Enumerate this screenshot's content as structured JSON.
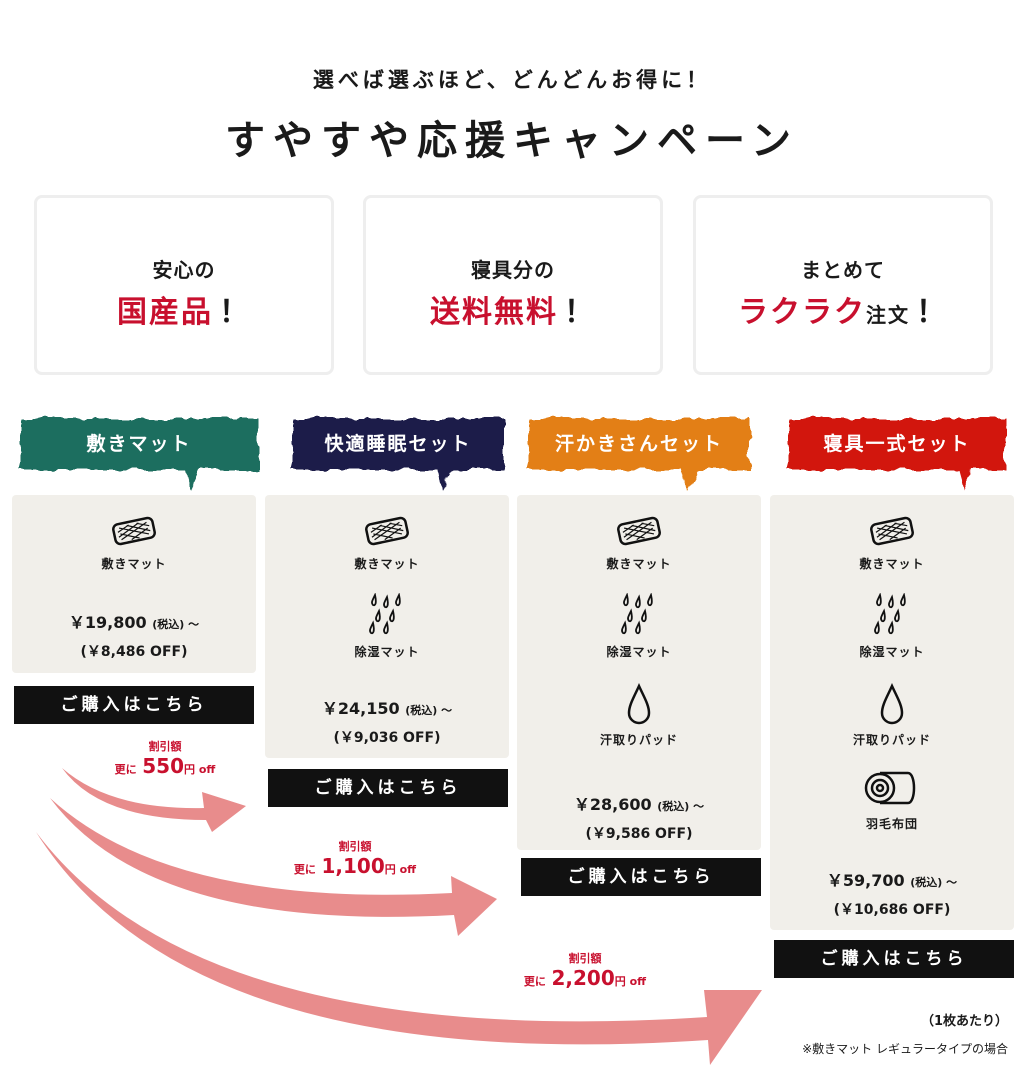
{
  "header": {
    "subtitle": "選べば選ぶほど、どんどんお得に！",
    "title": "すやすや応援キャンペーン"
  },
  "features": [
    {
      "small": "安心の",
      "big": "国産品",
      "suffix": "",
      "excl": "！"
    },
    {
      "small": "寝具分の",
      "big": "送料無料",
      "suffix": "",
      "excl": "！"
    },
    {
      "small": "まとめて",
      "big": "ラクラク",
      "suffix": "注文",
      "excl": "！"
    }
  ],
  "colors": {
    "accent_red": "#c8102e",
    "arrow": "#e88c8c",
    "tag_green": "#1f6e5f",
    "tag_navy": "#1e1e4a",
    "tag_orange": "#e37f12",
    "tag_red": "#d2140f"
  },
  "sets": [
    {
      "tag": "敷きマット",
      "items": [
        {
          "icon": "mattress-icon",
          "name": "敷きマット"
        }
      ],
      "price": "￥19,800",
      "tax": "(税込) ～",
      "off": "(￥8,486 OFF)",
      "button": "ご購入はこちら"
    },
    {
      "tag": "快適睡眠セット",
      "items": [
        {
          "icon": "mattress-icon",
          "name": "敷きマット"
        },
        {
          "icon": "droplets-icon",
          "name": "除湿マット"
        }
      ],
      "price": "￥24,150",
      "tax": "(税込) ～",
      "off": "(￥9,036 OFF)",
      "button": "ご購入はこちら"
    },
    {
      "tag": "汗かきさんセット",
      "items": [
        {
          "icon": "mattress-icon",
          "name": "敷きマット"
        },
        {
          "icon": "droplets-icon",
          "name": "除湿マット"
        },
        {
          "icon": "drop-icon",
          "name": "汗取りパッド"
        }
      ],
      "price": "￥28,600",
      "tax": "(税込) ～",
      "off": "(￥9,586 OFF)",
      "button": "ご購入はこちら"
    },
    {
      "tag": "寝具一式セット",
      "items": [
        {
          "icon": "mattress-icon",
          "name": "敷きマット"
        },
        {
          "icon": "droplets-icon",
          "name": "除湿マット"
        },
        {
          "icon": "drop-icon",
          "name": "汗取りパッド"
        },
        {
          "icon": "futon-roll-icon",
          "name": "羽毛布団"
        }
      ],
      "price": "￥59,700",
      "tax": "(税込) ～",
      "off": "(￥10,686 OFF)",
      "button": "ご購入はこちら"
    }
  ],
  "discounts": [
    {
      "label": "割引額",
      "prefix": "更に",
      "amount": "550",
      "suffix": "円 off"
    },
    {
      "label": "割引額",
      "prefix": "更に",
      "amount": "1,100",
      "suffix": "円 off"
    },
    {
      "label": "割引額",
      "prefix": "更に",
      "amount": "2,200",
      "suffix": "円 off"
    }
  ],
  "notes": {
    "per_unit": "（1枚あたり）",
    "footnote": "※敷きマット レギュラータイプの場合"
  }
}
